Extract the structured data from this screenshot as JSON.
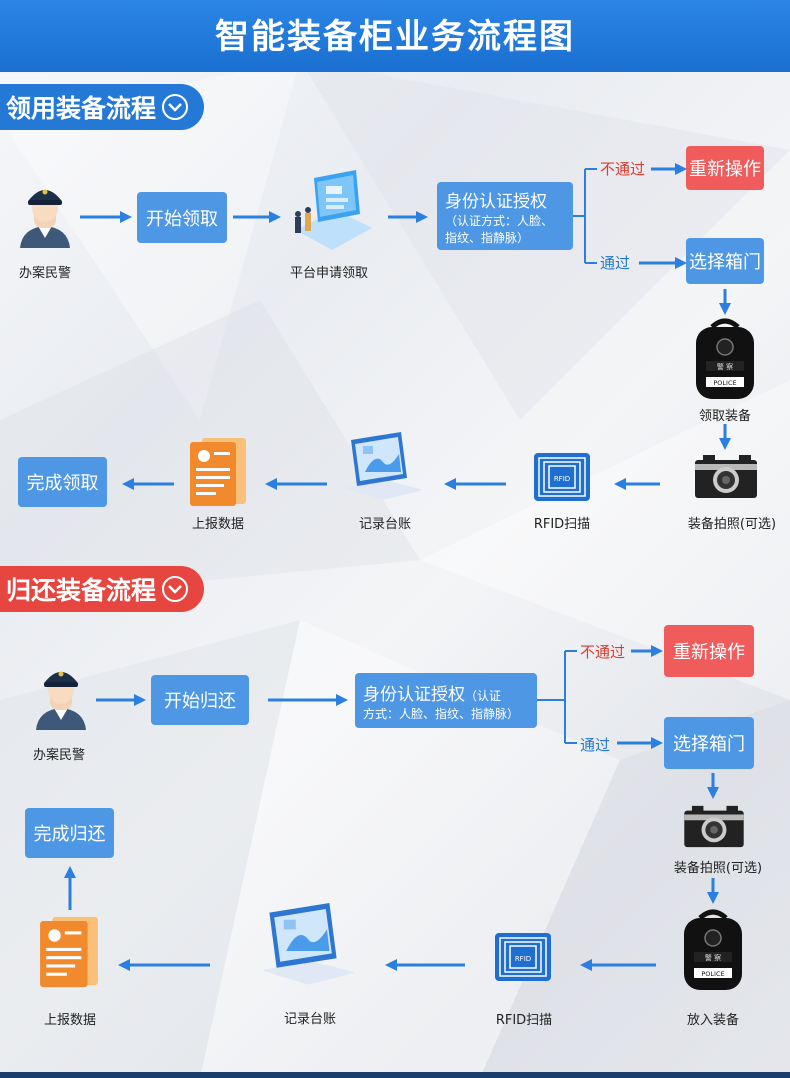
{
  "header": {
    "title": "智能装备柜业务流程图"
  },
  "section1": {
    "title": "领用装备流程",
    "officer_label": "办案民警",
    "start_label": "开始领取",
    "platform_label": "平台申请领取",
    "auth_title": "身份认证授权",
    "auth_detail_line1": "（认证方式：人脸、",
    "auth_detail_line2": "指纹、指静脉）",
    "fail_text": "不通过",
    "retry_label": "重新操作",
    "pass_text": "通过",
    "select_door_label": "选择箱门",
    "get_equip_label": "领取装备",
    "photo_label": "装备拍照(可选)",
    "rfid_label": "RFID扫描",
    "record_label": "记录台账",
    "report_label": "上报数据",
    "done_label": "完成领取"
  },
  "section2": {
    "title": "归还装备流程",
    "officer_label": "办案民警",
    "start_label": "开始归还",
    "auth_title": "身份认证授权",
    "auth_detail_a": "（认证",
    "auth_detail_b": "方式：人脸、指纹、指静脉）",
    "fail_text": "不通过",
    "retry_label": "重新操作",
    "pass_text": "通过",
    "select_door_label": "选择箱门",
    "photo_label": "装备拍照(可选)",
    "put_equip_label": "放入装备",
    "rfid_label": "RFID扫描",
    "record_label": "记录台账",
    "report_label": "上报数据",
    "done_label": "完成归还"
  },
  "icons": {
    "badge_words": "警 察",
    "bag_words": "POLICE",
    "rfid_text": "RFID"
  },
  "colors": {
    "header": "#1a6fd0",
    "box": "#4e97e5",
    "retry": "#f05b5b",
    "tab_red": "#e6463f",
    "arrow": "#2b7fe0"
  }
}
